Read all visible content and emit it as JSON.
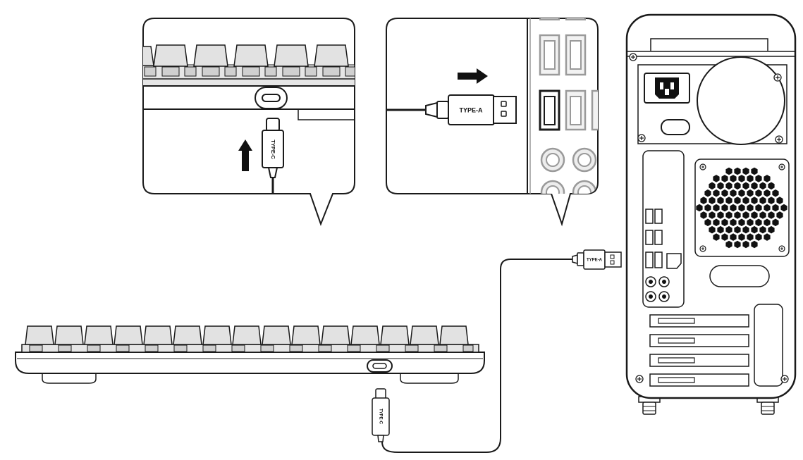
{
  "labels": {
    "zoom_type_c": "TYPE-C",
    "zoom_type_a": "TYPE-A",
    "cable_type_a": "TYPE-A",
    "cable_type_c": "TYPE-C"
  },
  "colors": {
    "line": "#1a1a1a",
    "key_gray": "#d9d9d9",
    "panel_gray": "#cfcfcf",
    "background": "#ffffff"
  },
  "icons": [
    "arrow-up-icon",
    "arrow-right-icon",
    "usb-c-port-icon",
    "usb-a-port-icon",
    "power-socket-icon",
    "fan-grill-icon"
  ]
}
